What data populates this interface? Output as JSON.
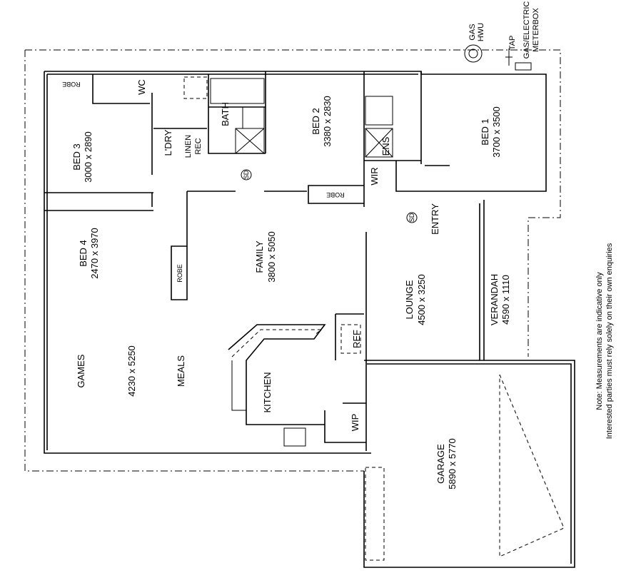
{
  "plan": {
    "rooms": {
      "bed1": {
        "name": "BED 1",
        "size": "3700 x 3500"
      },
      "bed2": {
        "name": "BED 2",
        "size": "3380 x 2830"
      },
      "bed3": {
        "name": "BED 3",
        "size": "3000 x 2890"
      },
      "bed4": {
        "name": "BED 4",
        "size": "2470 x 3970"
      },
      "family": {
        "name": "FAMILY",
        "size": "3800 x 5050"
      },
      "lounge": {
        "name": "LOUNGE",
        "size": "4500 x 3250"
      },
      "verandah": {
        "name": "VERANDAH",
        "size": "4590 x 1110"
      },
      "garage": {
        "name": "GARAGE",
        "size": "5890 x 5770"
      },
      "games": {
        "name": "GAMES",
        "size": "4230 x 5250"
      },
      "meals": {
        "name": "MEALS"
      },
      "kitchen": {
        "name": "KITCHEN"
      },
      "wip": {
        "name": "WIP"
      },
      "ref": {
        "name": "REF"
      },
      "entry": {
        "name": "ENTRY"
      },
      "ens": {
        "name": "ENS"
      },
      "wir": {
        "name": "WIR"
      },
      "bath": {
        "name": "BATH"
      },
      "laundry": {
        "name": "L'DRY"
      },
      "linen": {
        "name": "LINEN"
      },
      "rec": {
        "name": "REC"
      },
      "wc": {
        "name": "WC"
      },
      "robe": "ROBE"
    },
    "smoke_detector": "SD",
    "services": {
      "gas": "GAS",
      "hwu": "HWU",
      "tap": "TAP",
      "meter1": "GAS/ELECTRIC",
      "meter2": "METERBOX"
    },
    "note": {
      "line1": "Note: Measurements are indicative only",
      "line2": "Interested parties must rely solely on their own enquiries"
    }
  }
}
